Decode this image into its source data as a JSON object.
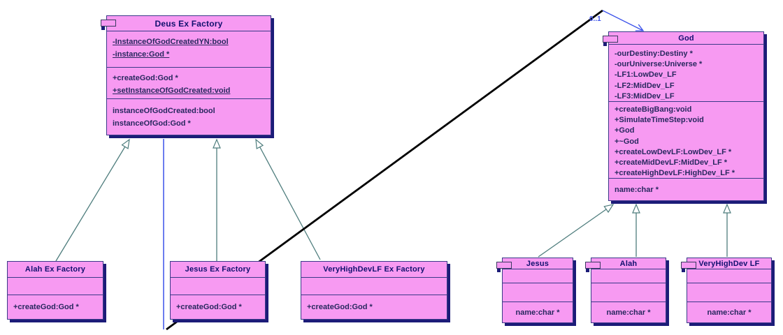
{
  "diagram": {
    "kind": "uml-class-diagram",
    "association": {
      "multiplicity": "0..1"
    }
  },
  "classes": {
    "deus_ex_factory": {
      "title": "Deus Ex Factory",
      "attributes": [
        "-InstanceOfGodCreatedYN:bool",
        "-instance:God *"
      ],
      "methods": [
        "+createGod:God *",
        "+setInstanceOfGodCreated:void"
      ],
      "properties": [
        "instanceOfGodCreated:bool",
        "instanceOfGod:God *"
      ]
    },
    "god": {
      "title": "God",
      "attributes": [
        "-ourDestiny:Destiny *",
        "-ourUniverse:Universe *",
        "-LF1:LowDev_LF",
        "-LF2:MidDev_LF",
        "-LF3:MidDev_LF"
      ],
      "methods": [
        "+createBigBang:void",
        "+SimulateTimeStep:void",
        "+God",
        "+~God",
        "+createLowDevLF:LowDev_LF *",
        "+createMidDevLF:MidDev_LF *",
        "+createHighDevLF:HighDev_LF *"
      ],
      "properties": [
        "name:char *"
      ]
    },
    "alah_factory": {
      "title": "Alah Ex Factory",
      "methods": [
        "+createGod:God *"
      ]
    },
    "jesus_factory": {
      "title": "Jesus Ex Factory",
      "methods": [
        "+createGod:God *"
      ]
    },
    "vhd_factory": {
      "title": "VeryHighDevLF Ex Factory",
      "methods": [
        "+createGod:God *"
      ]
    },
    "jesus": {
      "title": "Jesus",
      "properties": [
        "name:char *"
      ]
    },
    "alah": {
      "title": "Alah",
      "properties": [
        "name:char *"
      ]
    },
    "vhd": {
      "title": "VeryHighDev LF",
      "properties": [
        "name:char *"
      ]
    }
  },
  "colors": {
    "class_fill": "#f79af2",
    "class_border": "#3a3a88",
    "shadow": "#1c1c78",
    "title_text": "#10106e",
    "member_text": "#28285f",
    "generalization_line": "#4e7d7d",
    "association_line": "#3c52ea",
    "crossing_line": "#000000"
  }
}
